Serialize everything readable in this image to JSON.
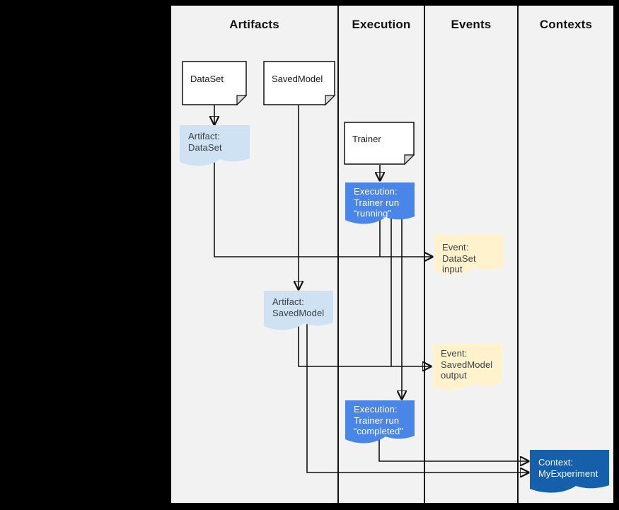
{
  "columns": [
    {
      "label": "Artifacts"
    },
    {
      "label": "Execution"
    },
    {
      "label": "Events"
    },
    {
      "label": "Contexts"
    }
  ],
  "colors": {
    "page_bg": "#000000",
    "canvas_bg": "#f2f2f2",
    "type_fill": "#ffffff",
    "fold_fill": "#d9d9d9",
    "artifact_fill": "#cfe2f3",
    "execution_fill": "#4a86e8",
    "event_fill": "#fff2cc",
    "context_fill": "#1660ab",
    "line": "#111111"
  },
  "nodes": {
    "dataset_type": {
      "label": "DataSet"
    },
    "savedmodel_type": {
      "label": "SavedModel"
    },
    "trainer_type": {
      "label": "Trainer"
    },
    "artifact_dataset": {
      "lines": [
        "Artifact:",
        "DataSet"
      ]
    },
    "execution_running": {
      "lines": [
        "Execution:",
        "Trainer run",
        "“running”"
      ]
    },
    "event_dataset_input": {
      "lines": [
        "Event:",
        "DataSet input"
      ]
    },
    "artifact_savedmodel": {
      "lines": [
        "Artifact:",
        "SavedModel"
      ]
    },
    "event_savedmodel_output": {
      "lines": [
        "Event:",
        "SavedModel",
        "output"
      ]
    },
    "execution_completed": {
      "lines": [
        "Execution:",
        "Trainer run",
        "“completed”"
      ]
    },
    "context_myexperiment": {
      "lines": [
        "Context:",
        "MyExperiment"
      ]
    }
  }
}
